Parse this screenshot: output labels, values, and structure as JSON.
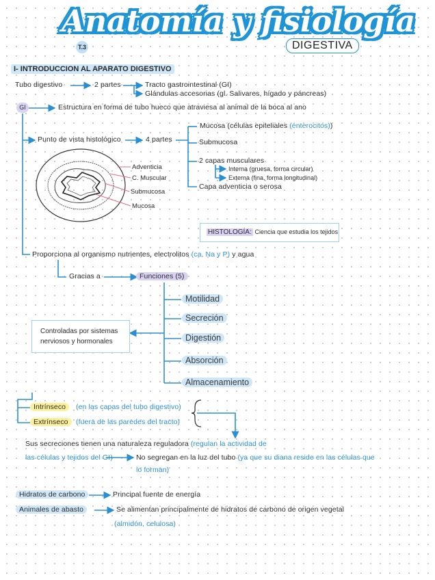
{
  "header": {
    "title": "Anatomía y fisiología",
    "subtitle": "DIGESTIVA",
    "unit_badge": "T.3"
  },
  "section": {
    "heading": "I- INTRODUCCION AL APARATO DIGESTIVO"
  },
  "tubo": {
    "label": "Tubo digestivo",
    "parts": "2 partes",
    "tracto": "Tracto gastrointestinal (GI)",
    "glandulas": "Glándulas accesorias (gl. Salivares, hígado y páncreas)"
  },
  "gi": {
    "badge": "GI",
    "description": "Estructura en forma de tubo hueco que atraviesa al animal de la boca al ano"
  },
  "histologico": {
    "label": "Punto de vista histológico",
    "parts": "4 partes",
    "mucosa": "Mucosa (células epiteliales ",
    "enterocitos": "(enterocitos)",
    "mucosa_close": ")",
    "submucosa": "Submucosa",
    "capas": "2 capas musculares",
    "interna": "Interna (gruesa, forma circular)",
    "externa": "Externa (fina, forma longitudinal)",
    "adventicia": "Capa adventicia o serosa"
  },
  "diagram": {
    "labels": [
      "Adventicia",
      "C. Muscular",
      "Submucosa",
      "Mucosa"
    ]
  },
  "histologia_box": {
    "term": "HISTOLOGÍA:",
    "definition": "Ciencia que estudia los tejidos"
  },
  "proporciona": {
    "text": "Proporciona al organismo nutrientes, electrolitos ",
    "ions": "(ca, Na y P)",
    "tail": " y agua"
  },
  "gracias": {
    "label": "Gracias a",
    "funciones": "Funciones (5)"
  },
  "funciones": [
    "Motilidad",
    "Secreción",
    "Digestión",
    "Absorción",
    "Almacenamiento"
  ],
  "control_box": {
    "line1": "Controladas por sistemas",
    "line2": "nerviosos y hormonales"
  },
  "control": {
    "intrinseco": "Intrínseco",
    "intrinseco_note": "(en las capas del tubo digestivo)",
    "extrinseco": "Extrínseco",
    "extrinseco_note": "(fuera de las paredes del tracto)"
  },
  "secreciones": {
    "line1": "Sus secreciones tienen una naturaleza reguladora ",
    "line1_blue": "(regulan la actividad de",
    "line2_blue": "las células y tejidos del GI)",
    "line2": "No segregan en la luz del tubo ",
    "line2_blue2": "(ya que su diana reside en las células que",
    "line3_blue": "lo forman)"
  },
  "hidratos": {
    "label": "Hidratos de carbono",
    "text": "Principal fuente de energía"
  },
  "animales": {
    "label": "Animales de abasto",
    "text": "Se alimentan principalmente de hidratos de carbono de origen vegetal",
    "note": "(almidón, celulosa)"
  },
  "colors": {
    "accent": "#2a8fd0",
    "highlight_blue": "#cfe6f6",
    "highlight_yellow": "#fbf19a",
    "highlight_purple": "#d9d2f3",
    "diagram_red": "#e36a80"
  }
}
